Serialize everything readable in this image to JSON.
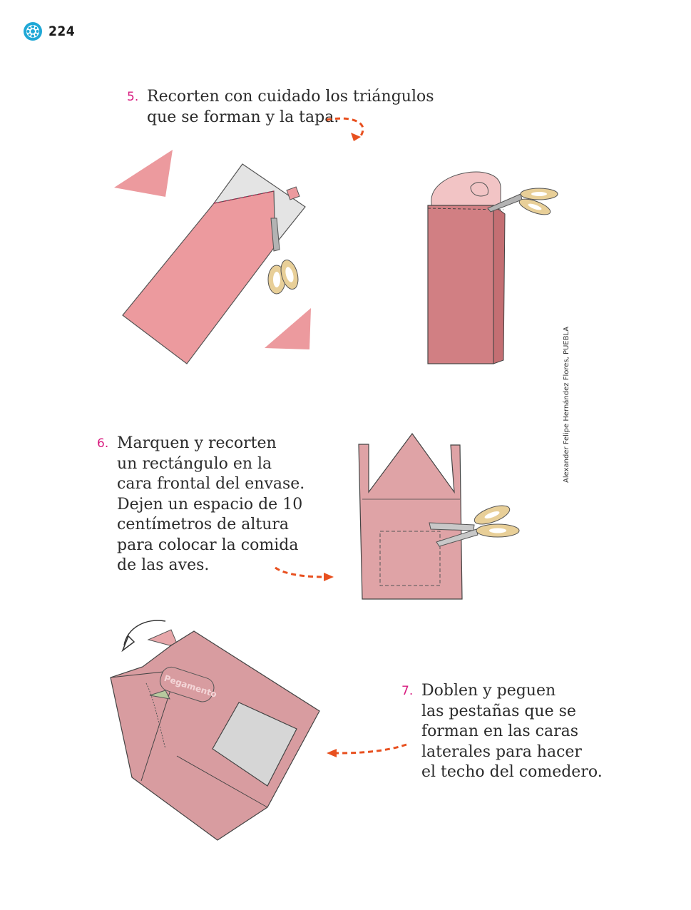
{
  "page": {
    "number": "224",
    "credit": "Alexander Felipe Hernández Flores, PUEBLA",
    "icon": "compass-badge-icon",
    "accent_color": "#d81b7f",
    "arrow_color": "#e8501f",
    "icon_color": "#1fa8d6"
  },
  "steps": [
    {
      "number": "5.",
      "lines": [
        "Recorten con cuidado los triángulos",
        "que se forman y la tapa."
      ]
    },
    {
      "number": "6.",
      "lines": [
        "Marquen y recorten",
        "un rectángulo en la",
        "cara frontal del envase.",
        "Dejen un espacio de 10",
        "centímetros de altura",
        "para colocar la comida",
        "de las aves."
      ]
    },
    {
      "number": "7.",
      "lines": [
        "Doblen y peguen",
        "las pestañas que se",
        "forman en las caras",
        "laterales para hacer",
        "el techo del comedero."
      ]
    }
  ],
  "illustrations": {
    "glue_label": "Pegamento"
  }
}
